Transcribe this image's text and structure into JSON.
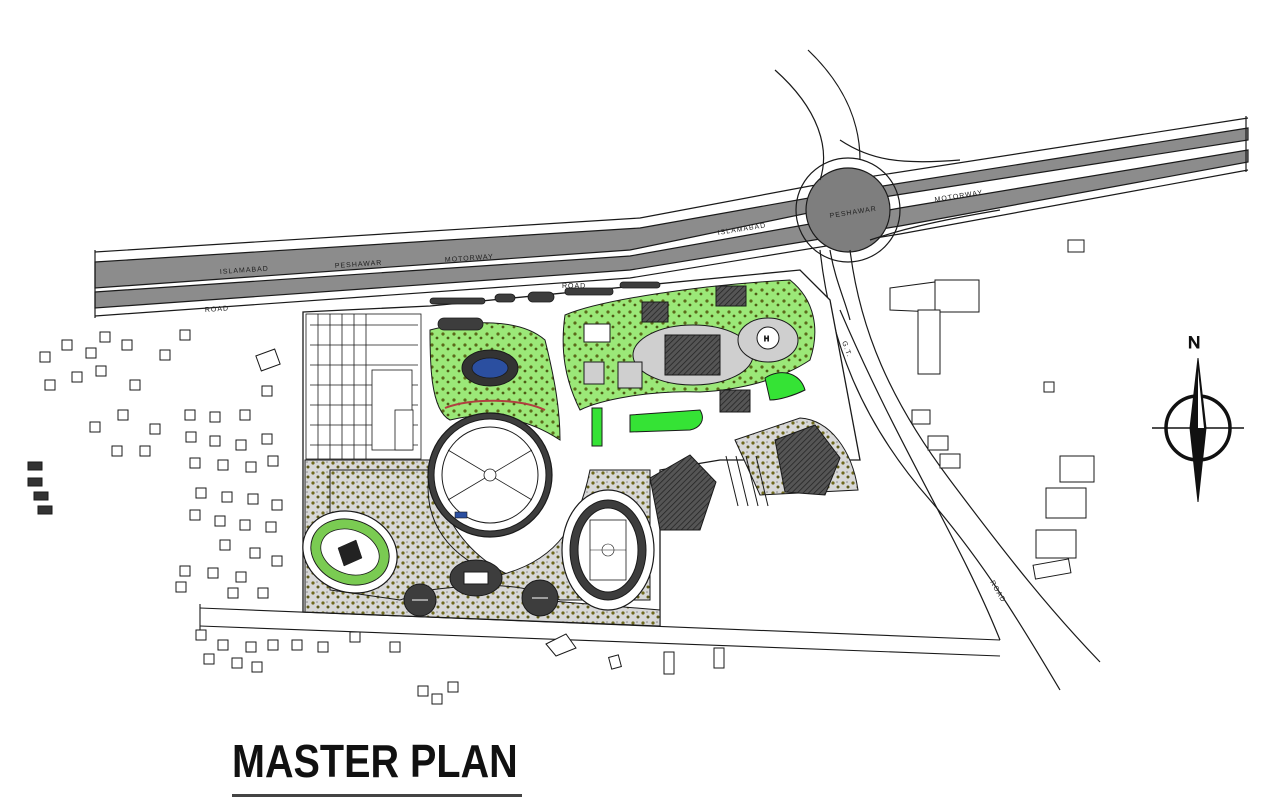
{
  "title": "MASTER PLAN",
  "north_label": "N",
  "road_labels": {
    "motorway_1": "ISLAMABAD",
    "motorway_2": "PESHAWAR",
    "motorway_3": "MOTORWAY",
    "motorway_4": "ISLAMABAD",
    "motorway_5": "PESHAWAR",
    "motorway_6": "MOTORWAY",
    "road_1": "ROAD",
    "road_2": "ROAD",
    "side_road_1": "G.T.",
    "side_road_2": "ROAD",
    "helipad": "H"
  },
  "colors": {
    "linework": "#1a1a1a",
    "motorway_fill": "#8c8c8c",
    "grass": "#8ee26a",
    "bright_green": "#35e335",
    "hatch_grey": "#cfcfcf",
    "tree_olive": "#6f6a1f",
    "building_dark": "#3c3c3c",
    "pool_blue": "#2b4fa0",
    "red_track": "#b04040"
  }
}
